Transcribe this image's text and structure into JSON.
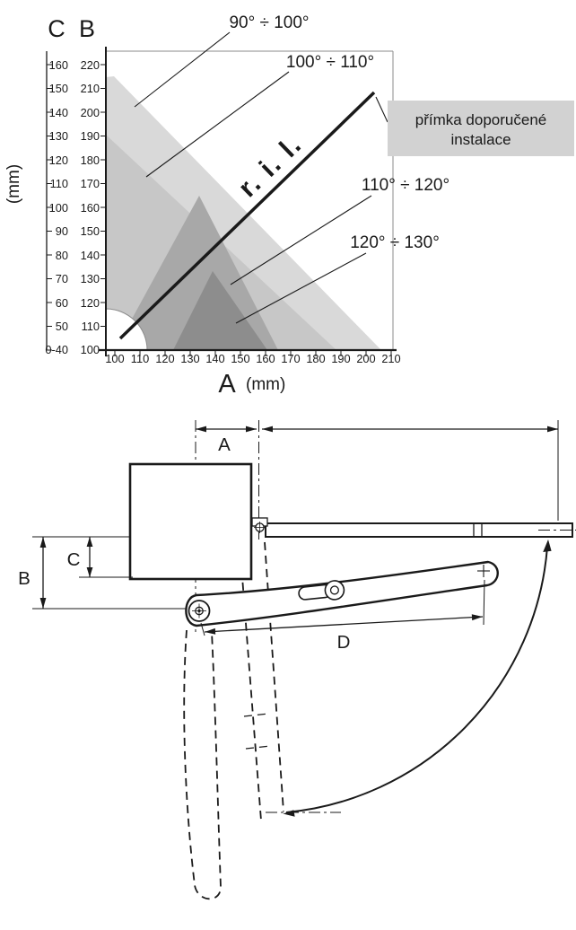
{
  "chart": {
    "axis_c": "C",
    "axis_b": "B",
    "axis_y_unit": "(mm)",
    "axis_a": "A",
    "axis_a_unit": "(mm)",
    "c_ticks": [
      "160",
      "150",
      "140",
      "130",
      "120",
      "110",
      "100",
      "90",
      "80",
      "70",
      "60",
      "50",
      "0-40"
    ],
    "b_ticks": [
      "220",
      "210",
      "200",
      "190",
      "180",
      "170",
      "160",
      "150",
      "140",
      "130",
      "120",
      "110",
      "100"
    ],
    "a_ticks": [
      "100",
      "110",
      "120",
      "130",
      "140",
      "150",
      "160",
      "170",
      "180",
      "190",
      "200",
      "210"
    ],
    "regions": {
      "r1": {
        "label": "90° ÷ 100°",
        "color": "#d9d9d9"
      },
      "r2": {
        "label": "100° ÷ 110°",
        "color": "#c7c7c7"
      },
      "r3": {
        "label": "110° ÷ 120°",
        "color": "#a8a8a8"
      },
      "r4": {
        "label": "120° ÷ 130°",
        "color": "#8d8d8d"
      }
    },
    "ril_label": "r. i. l.",
    "callout": {
      "line1": "přímka doporučené",
      "line2": "instalace",
      "bg": "#d2d2d2"
    }
  },
  "drawing": {
    "dim_a": "A",
    "dim_b": "B",
    "dim_c": "C",
    "dim_d": "D"
  }
}
